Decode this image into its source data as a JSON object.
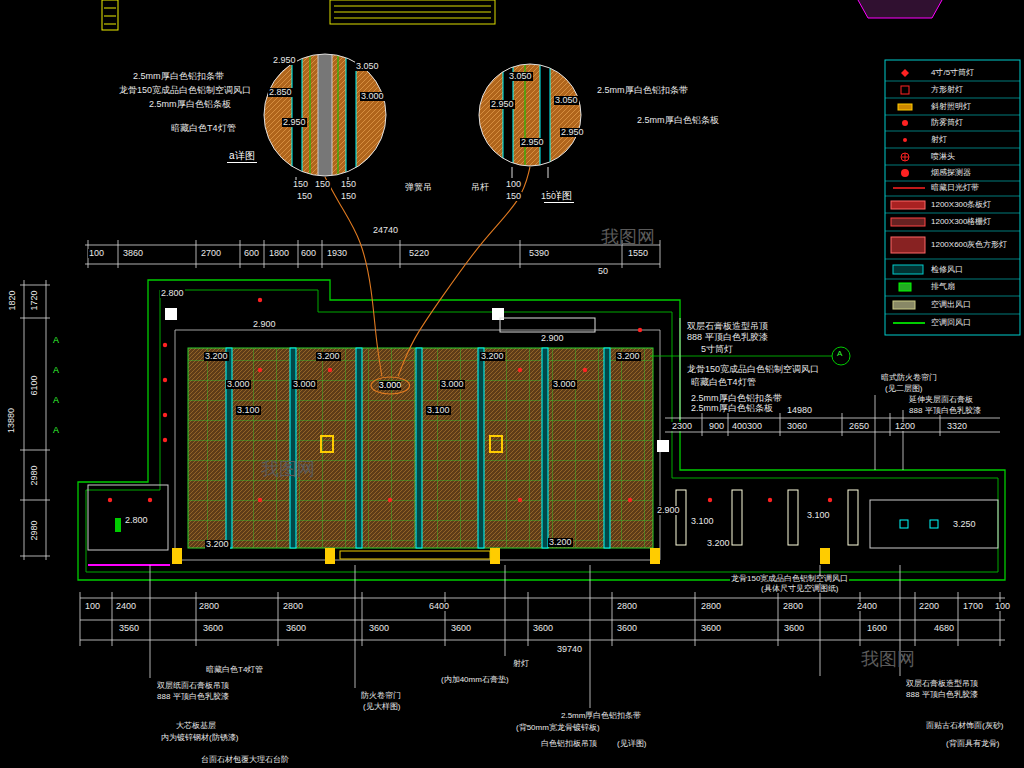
{
  "diagram": {
    "nodes": [
      {
        "text": [
          "a详图"
        ]
      },
      {
        "text": [
          "b详图"
        ]
      },
      {
        "text": [
          "3.000"
        ]
      }
    ],
    "edges": [
      {
        "from": 0,
        "to": 2,
        "arrow": "none"
      },
      {
        "from": 1,
        "to": 2,
        "arrow": "none"
      }
    ],
    "labels": [
      "24740",
      "100",
      "3860",
      "2700",
      "600",
      "1800",
      "600",
      "1930",
      "5220",
      "5390",
      "50",
      "1550",
      "2.5mm厚白色铝扣条带",
      "龙骨150宽成品白色铝制空调风口",
      "2.5mm厚白色铝条板",
      "暗藏白色T4灯管",
      "2.950",
      "3.050",
      "2.850",
      "3.000",
      "2.950",
      "150",
      "150",
      "150",
      "150",
      "150",
      "3.050",
      "2.950",
      "3.050",
      "2.950",
      "2.950",
      "100",
      "150",
      "150",
      "2.5mm厚白色铝扣条带",
      "2.5mm厚白色铝条板",
      "弹簧吊",
      "吊杆",
      "1820",
      "1720",
      "6100",
      "13880",
      "2980",
      "2980",
      "A",
      "A",
      "A",
      "A",
      "2.800",
      "2.900",
      "3.200",
      "3.200",
      "3.200",
      "3.200",
      "3.000",
      "3.000",
      "3.000",
      "3.000",
      "3.100",
      "3.100",
      "2.900",
      "2.800",
      "3.200",
      "3.200",
      "3.200",
      "2.900",
      "3.100",
      "3.100",
      "3.250",
      "双层石膏板造型吊顶",
      "888 平顶白色乳胶漆",
      "5寸筒灯",
      "龙骨150宽成品白色铝制空调风口",
      "暗藏白色T4灯管",
      "2.5mm厚白色铝扣条带",
      "2.5mm厚白色铝条板",
      "14980",
      "2300",
      "900",
      "400300",
      "3060",
      "2650",
      "1200",
      "3320",
      "暗式防火卷帘门",
      "(见二层图)",
      "延伸夹层面石膏板",
      "888 平顶白色乳胶漆",
      "100",
      "2400",
      "2800",
      "2800",
      "6400",
      "2800",
      "2800",
      "2800",
      "2400",
      "2200",
      "1700",
      "100",
      "3560",
      "3600",
      "3600",
      "3600",
      "3600",
      "3600",
      "3600",
      "3600",
      "3600",
      "1600",
      "4680",
      "39740",
      "龙骨150宽成品白色铝制空调风口",
      "(具体尺寸见空调图纸)",
      "暗藏白色T4灯管",
      "双层纸面石膏板吊顶",
      "888 平顶白色乳胶漆",
      "防火卷帘门",
      "(见大样图)",
      "射灯",
      "(内加40mm石膏垫)",
      "2.5mm厚白色铝扣条带",
      "白色铝扣板吊顶",
      "(见详图)",
      "(背50mm宽龙骨镀锌板)",
      "大芯板基层",
      "内为镀锌钢材(防锈漆)",
      "台面石材包覆大理石台阶",
      "双层石膏板造型吊顶",
      "888 平顶白色乳胶漆",
      "面贴古石材饰面(灰砂)",
      "(背面具有龙骨)",
      "我图网",
      "我图网",
      "我图网",
      "A"
    ],
    "legend": [
      {
        "text": "4寸/5寸筒灯"
      },
      {
        "text": "方形射灯"
      },
      {
        "text": "斜射照明灯"
      },
      {
        "text": "防雾筒灯"
      },
      {
        "text": "射灯"
      },
      {
        "text": "喷淋头"
      },
      {
        "text": "烟感探测器"
      },
      {
        "text": "暗藏日光灯带"
      },
      {
        "text": "1200X300条板灯"
      },
      {
        "text": "1200X300格栅灯"
      },
      {
        "text": "1200X600灰色方形灯"
      },
      {
        "text": "检修风口"
      },
      {
        "text": "排气扇"
      },
      {
        "text": "空调出风口"
      },
      {
        "text": "空调回风口"
      }
    ]
  }
}
